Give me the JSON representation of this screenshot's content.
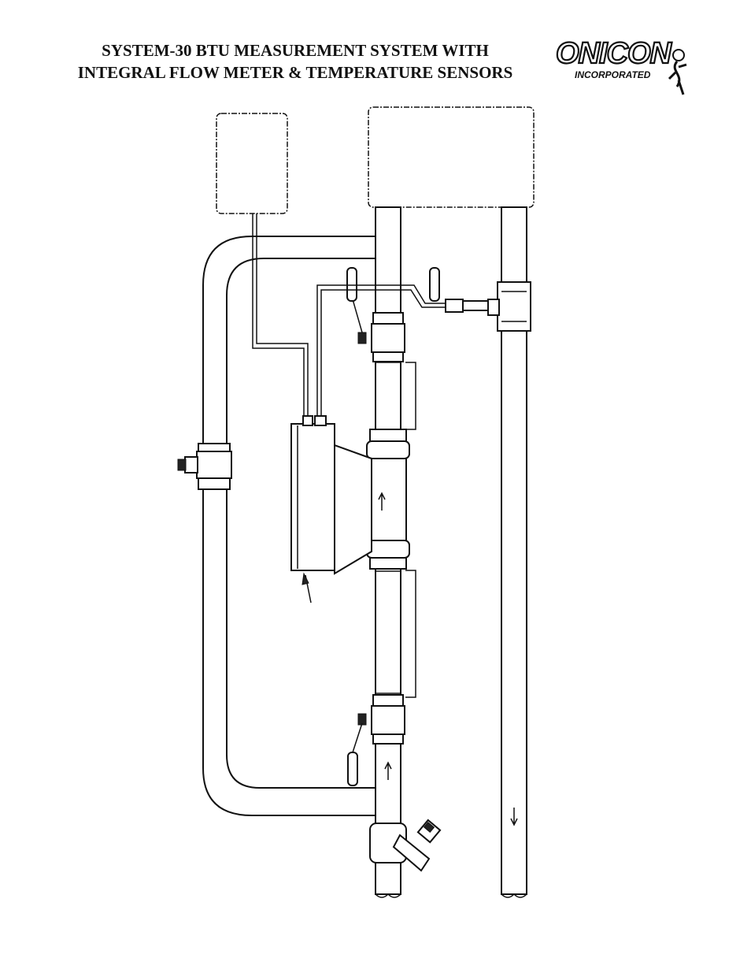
{
  "header": {
    "title_line1": "SYSTEM-30 BTU MEASUREMENT SYSTEM WITH",
    "title_line2": "INTEGRAL FLOW METER & TEMPERATURE SENSORS"
  },
  "logo": {
    "brand": "ONICON",
    "subtitle": "INCORPORATED"
  },
  "diagram": {
    "icons": [
      "flow-arrow-up-icon",
      "flow-arrow-down-icon",
      "callout-arrow-icon"
    ]
  }
}
